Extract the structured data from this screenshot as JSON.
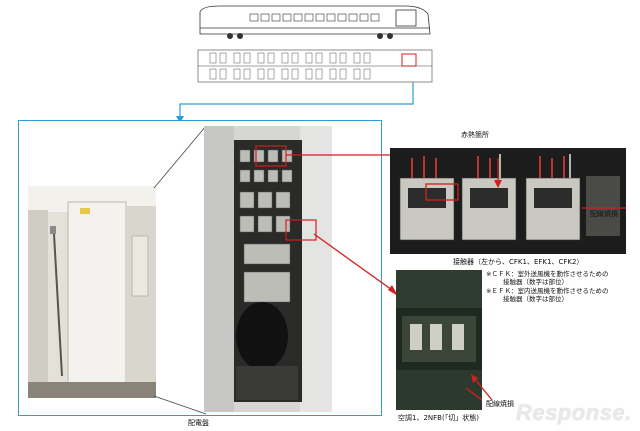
{
  "labels": {
    "heat_location": "赤熱箇所",
    "wiring_burnout_1": "配線焼損",
    "contactor_caption": "接触器（左から、CFK1、EFK1、CFK2）",
    "note_cfk_line1": "※ＣＦＫ：室外送風機を動作させるための",
    "note_cfk_line2": "接触器（数字は部位）",
    "note_efk_line1": "※ＥＦＫ：室内送風機を動作させるための",
    "note_efk_line2": "接触器（数字は部位）",
    "wiring_burnout_2": "配線焼損",
    "nfb_caption": "空調1、2NFB(「切」状態)",
    "distribution_panel": "配電盤",
    "watermark": "Response."
  },
  "colors": {
    "frame_blue": "#2e9bd6",
    "highlight_red": "#d21f1f"
  }
}
